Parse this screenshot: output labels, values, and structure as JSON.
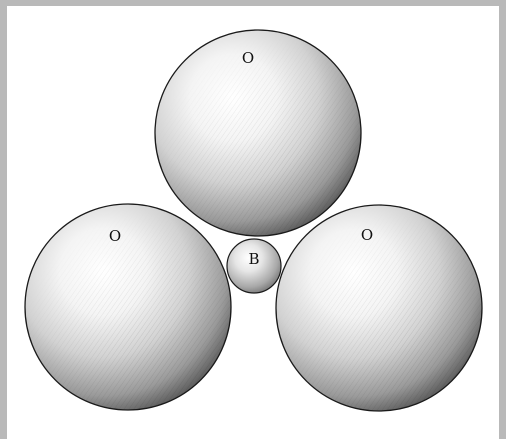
{
  "figure": {
    "spheres": [
      {
        "id": "top",
        "label": "O"
      },
      {
        "id": "left",
        "label": "O"
      },
      {
        "id": "right",
        "label": "O"
      },
      {
        "id": "center",
        "label": "B"
      }
    ],
    "colors": {
      "frame": "#b9b9b9",
      "outline": "#1a1a1a",
      "highlight": "#ffffff",
      "shadow": "#4a4a4a"
    }
  }
}
